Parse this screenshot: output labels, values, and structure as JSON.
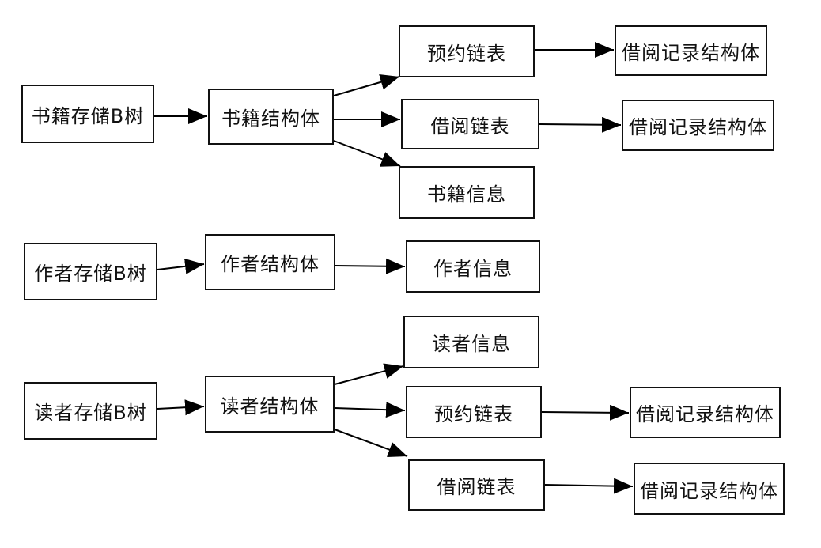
{
  "diagram": {
    "type": "flowchart",
    "colors": {
      "background": "#ffffff",
      "box_border": "#111111",
      "arrow": "#000000",
      "text": "#111111"
    },
    "nodes": {
      "book_btree": {
        "label": "书籍存储B树"
      },
      "book_struct": {
        "label": "书籍结构体"
      },
      "book_resv_list": {
        "label": "预约链表"
      },
      "book_resv_record": {
        "label": "借阅记录结构体"
      },
      "book_borrow_list": {
        "label": "借阅链表"
      },
      "book_borrow_record": {
        "label": "借阅记录结构体"
      },
      "book_info": {
        "label": "书籍信息"
      },
      "author_btree": {
        "label": "作者存储B树"
      },
      "author_struct": {
        "label": "作者结构体"
      },
      "author_info": {
        "label": "作者信息"
      },
      "reader_btree": {
        "label": "读者存储B树"
      },
      "reader_struct": {
        "label": "读者结构体"
      },
      "reader_info": {
        "label": "读者信息"
      },
      "reader_resv_list": {
        "label": "预约链表"
      },
      "reader_resv_record": {
        "label": "借阅记录结构体"
      },
      "reader_borrow_list": {
        "label": "借阅链表"
      },
      "reader_borrow_record": {
        "label": "借阅记录结构体"
      }
    },
    "edges": [
      {
        "from": "book_btree",
        "to": "book_struct"
      },
      {
        "from": "book_struct",
        "to": "book_resv_list"
      },
      {
        "from": "book_struct",
        "to": "book_borrow_list"
      },
      {
        "from": "book_struct",
        "to": "book_info"
      },
      {
        "from": "book_resv_list",
        "to": "book_resv_record"
      },
      {
        "from": "book_borrow_list",
        "to": "book_borrow_record"
      },
      {
        "from": "author_btree",
        "to": "author_struct"
      },
      {
        "from": "author_struct",
        "to": "author_info"
      },
      {
        "from": "reader_btree",
        "to": "reader_struct"
      },
      {
        "from": "reader_struct",
        "to": "reader_info"
      },
      {
        "from": "reader_struct",
        "to": "reader_resv_list"
      },
      {
        "from": "reader_struct",
        "to": "reader_borrow_list"
      },
      {
        "from": "reader_resv_list",
        "to": "reader_resv_record"
      },
      {
        "from": "reader_borrow_list",
        "to": "reader_borrow_record"
      }
    ]
  }
}
